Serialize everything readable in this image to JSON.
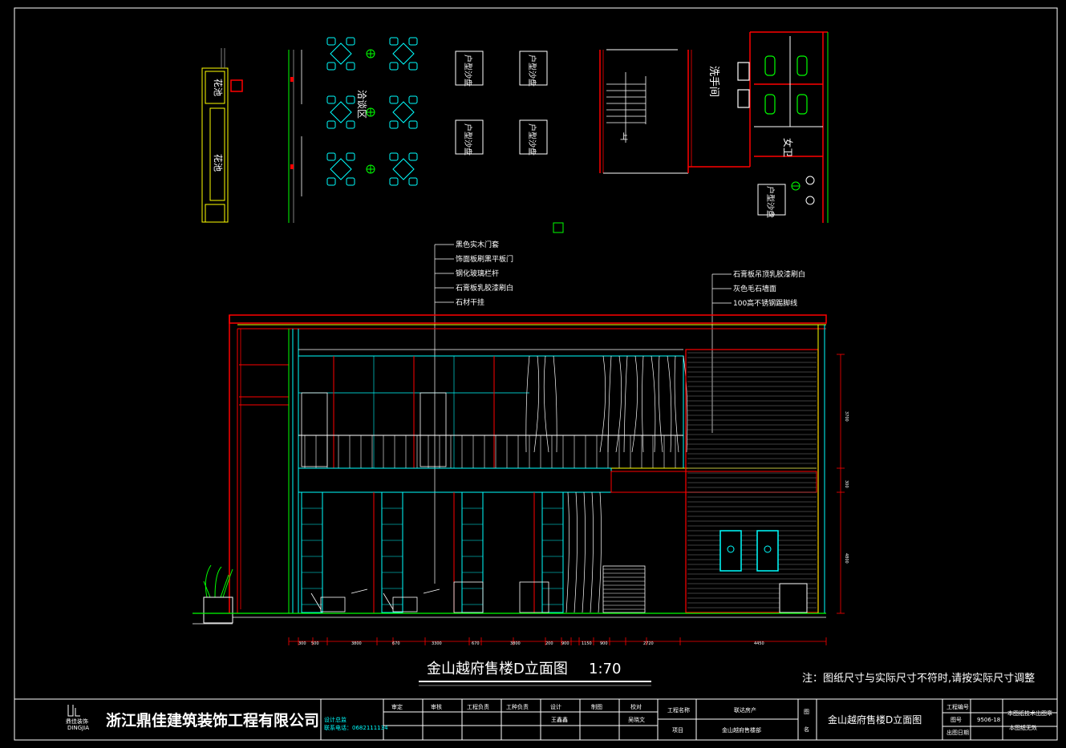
{
  "drawing": {
    "title": "金山越府售楼D立面图",
    "scale": "1:70",
    "note": "注：图纸尺寸与实际尺寸不符时,请按实际尺寸调整"
  },
  "plan_labels": {
    "flower_bed_1": "花池",
    "flower_bed_2": "花池",
    "negotiation_area": "洽谈区",
    "sand_table_1": "户型沙盘",
    "sand_table_2": "户型沙盘",
    "sand_table_3": "户型沙盘",
    "sand_table_4": "户型沙盘",
    "sand_table_5": "户型沙盘",
    "washroom": "洗手间",
    "female_wc": "女卫",
    "stair_up": "上"
  },
  "callouts_left": [
    "黑色实木门套",
    "饰面板刷黑平板门",
    "钢化玻璃栏杆",
    "石膏板乳胶漆刷白",
    "石材干挂"
  ],
  "callouts_right": [
    "石膏板吊顶乳胶漆刷白",
    "灰色毛石墙面",
    "100高不锈钢踢脚线"
  ],
  "dimensions_bottom": [
    "300",
    "500",
    "3800",
    "670",
    "3300",
    "670",
    "3800",
    "200",
    "900",
    "1150",
    "900",
    "2720",
    "4450"
  ],
  "dimensions_right": [
    "3700",
    "300",
    "4800"
  ],
  "title_block": {
    "company": "浙江鼎佳建筑装饰工程有限公司",
    "logo_text": "鼎佳装饰",
    "logo_sub": "DINGJIA",
    "designer_label": "设计总监",
    "phone_label": "联系电话：0682111134",
    "headers": [
      "审定",
      "审核",
      "工程负责",
      "工种负责",
      "设计",
      "制图",
      "校对"
    ],
    "designer_name": "王鑫鑫",
    "checker_name": "吴晓文",
    "project_label": "工程名称",
    "project_value": "联达房产",
    "item_label": "项目",
    "item_value": "金山越府售楼部",
    "figure_label_1": "图",
    "figure_label_2": "名",
    "figure_name": "金山越府售楼D立面图",
    "project_no_label": "工程编号",
    "drawing_no_label": "图号",
    "drawing_no_value": "9506-18",
    "date_label": "出图日期",
    "stamp_1": "本图纸技术出图章",
    "stamp_2": "本图纸无效"
  },
  "colors": {
    "background": "#000000",
    "cyan": "#00ffff",
    "red": "#ff0000",
    "yellow": "#ffff00",
    "green": "#00ff00",
    "white": "#ffffff",
    "gray": "#808080"
  }
}
